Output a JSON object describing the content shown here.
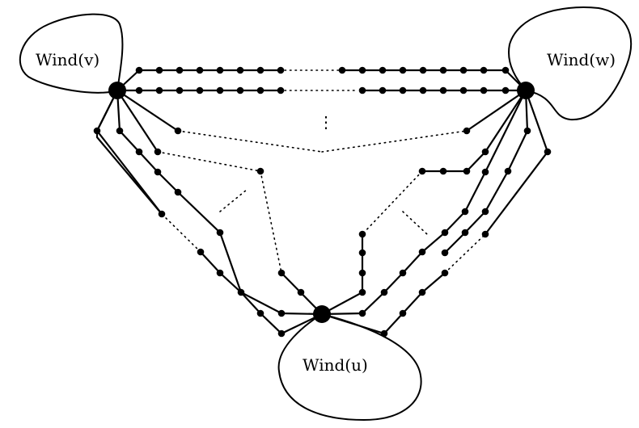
{
  "labels": {
    "wind_v": "Wind(v)",
    "wind_w": "Wind(w)",
    "wind_u": "Wind(u)"
  },
  "ellipsis_vertical": "⋮",
  "colors": {
    "ink": "#000000",
    "background": "#ffffff"
  }
}
